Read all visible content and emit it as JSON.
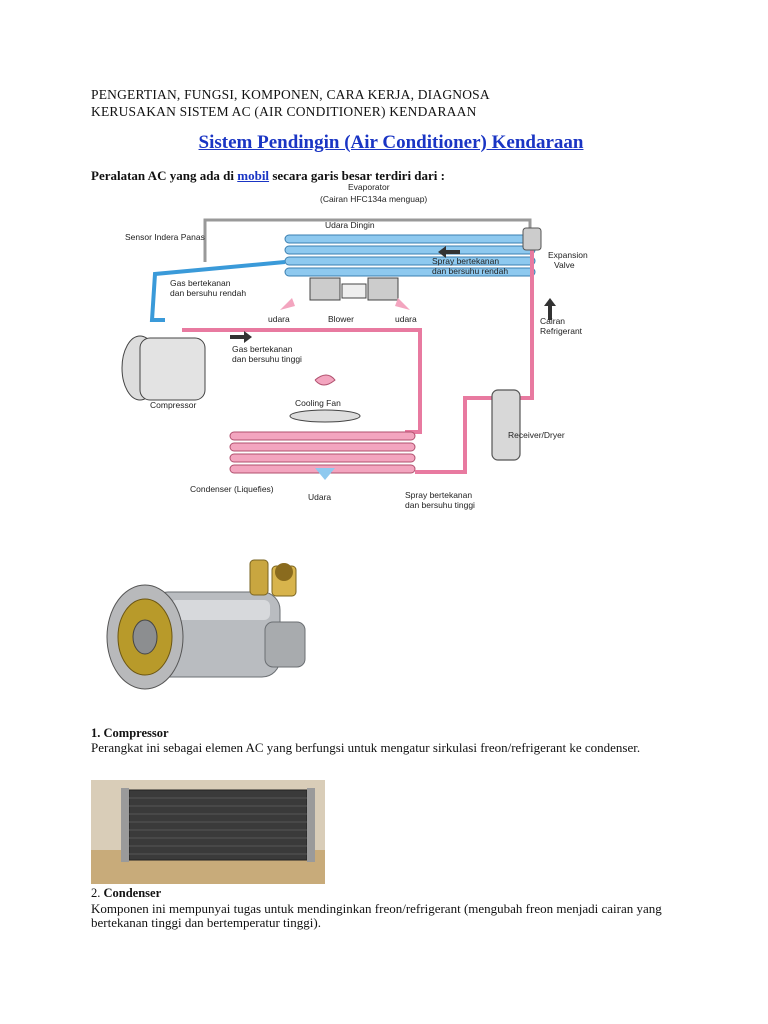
{
  "doc": {
    "heading_line1": "PENGERTIAN, FUNGSI, KOMPONEN, CARA KERJA, DIAGNOSA",
    "heading_line2": "KERUSAKAN SISTEM AC (AIR CONDITIONER) KENDARAAN",
    "subtitle": "Sistem Pendingin (Air Conditioner) Kendaraan",
    "intro_before": "Peralatan AC yang ada di ",
    "intro_link": "mobil",
    "intro_after": " secara garis besar terdiri dari :"
  },
  "diagram": {
    "evaporator": "Evaporator",
    "evaporator_sub": "(Cairan HFC134a menguap)",
    "udara_dingin": "Udara Dingin",
    "sensor": "Sensor Indera Panas",
    "expansion": "Expansion",
    "valve": "Valve",
    "spray_low_1": "Spray bertekanan",
    "spray_low_2": "dan bersuhu rendah",
    "gas_low_1": "Gas bertekanan",
    "gas_low_2": "dan bersuhu rendah",
    "udara_left": "udara",
    "blower": "Blower",
    "udara_right": "udara",
    "cairan": "Cairan",
    "refrigerant": "Refrigerant",
    "gas_high_1": "Gas bertekanan",
    "gas_high_2": "dan bersuhu tinggi",
    "compressor": "Compressor",
    "cooling_fan": "Cooling Fan",
    "receiver": "Receiver/Dryer",
    "condenser": "Condenser (Liquefies)",
    "udara_bottom": "Udara",
    "spray_high_1": "Spray bertekanan",
    "spray_high_2": "dan bersuhu tinggi"
  },
  "sections": [
    {
      "number": "1.",
      "title": "Compressor",
      "body": "Perangkat ini sebagai elemen AC yang berfungsi untuk mengatur sirkulasi freon/refrigerant ke condenser."
    },
    {
      "number": "2.",
      "title": "Condenser",
      "body": "Komponen ini mempunyai tugas untuk mendinginkan freon/refrigerant (mengubah freon menjadi cairan yang bertekanan tinggi dan bertemperatur tinggi)."
    }
  ],
  "colors": {
    "link": "#1a35c4",
    "low_pressure_line": "#3a9ad9",
    "high_pressure_line": "#e87aa0",
    "evaporator_tubes": "#8ec9ef"
  }
}
